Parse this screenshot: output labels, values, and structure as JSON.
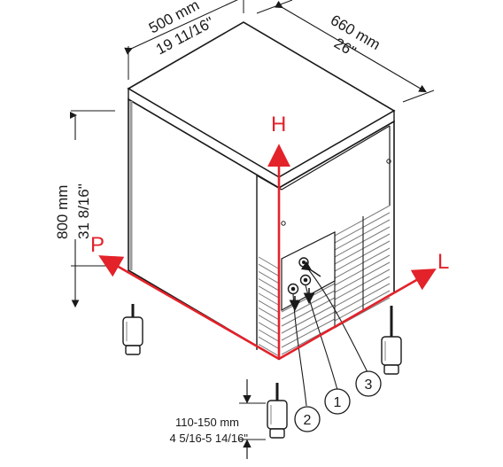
{
  "dimensions": {
    "width_mm": "500 mm",
    "width_in": "19 11/16\"",
    "depth_mm": "660 mm",
    "depth_in": "26\"",
    "height_mm": "800 mm",
    "height_in": "31 8/16\"",
    "feet_mm": "110-150 mm",
    "feet_in": "4 5/16-5 14/16\""
  },
  "axes": {
    "h": "H",
    "p": "P",
    "l": "L"
  },
  "callouts": [
    "1",
    "2",
    "3"
  ],
  "colors": {
    "accent": "#e3222a",
    "line": "#1a1a1a",
    "panel": "#ffffff",
    "grille": "#7a7a7a"
  }
}
